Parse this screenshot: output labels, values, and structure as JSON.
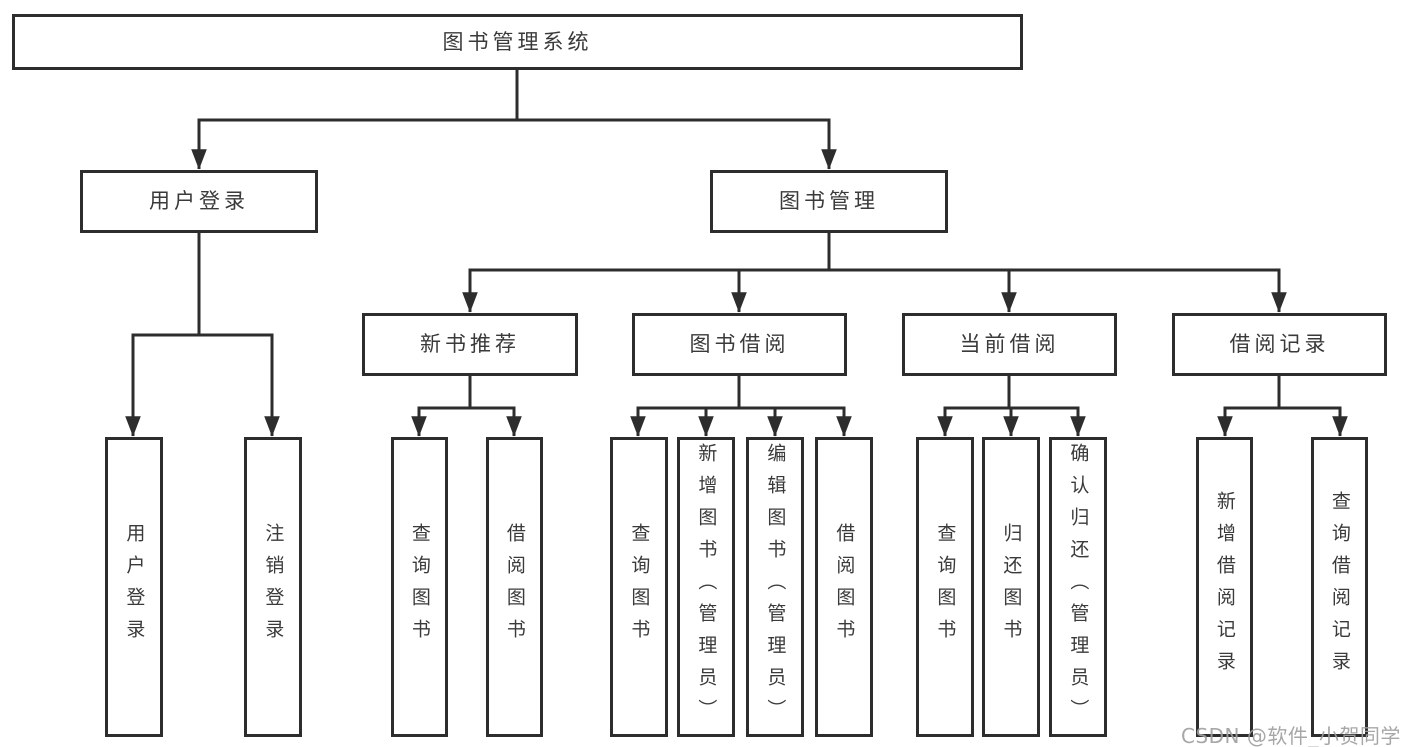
{
  "diagram": {
    "root": {
      "label": "图书管理系统"
    },
    "level2": {
      "user_login": {
        "label": "用户登录"
      },
      "book_management": {
        "label": "图书管理"
      }
    },
    "level3": {
      "new_book_recommend": {
        "label": "新书推荐"
      },
      "book_borrow": {
        "label": "图书借阅"
      },
      "current_borrow": {
        "label": "当前借阅"
      },
      "borrow_records": {
        "label": "借阅记录"
      }
    },
    "leaves": {
      "user_login_leaf": {
        "label": "用户登录"
      },
      "logout": {
        "label": "注销登录"
      },
      "nb_query_books": {
        "label": "查询图书"
      },
      "nb_borrow_books": {
        "label": "借阅图书"
      },
      "bb_query_books": {
        "label": "查询图书"
      },
      "bb_add_book_admin": {
        "label": "新增图书（管理员）"
      },
      "bb_edit_book_admin": {
        "label": "编辑图书（管理员）"
      },
      "bb_borrow_books": {
        "label": "借阅图书"
      },
      "cb_query_books": {
        "label": "查询图书"
      },
      "cb_return_book": {
        "label": "归还图书"
      },
      "cb_confirm_return_admin": {
        "label": "确认归还（管理员）"
      },
      "br_add_record": {
        "label": "新增借阅记录"
      },
      "br_query_record": {
        "label": "查询借阅记录"
      }
    }
  },
  "watermark": {
    "text": "CSDN @软件_小贺同学"
  },
  "colors": {
    "line": "#2d2d2d",
    "text": "#3a3a3a",
    "watermark": "#a0a0a0",
    "background": "#ffffff"
  }
}
